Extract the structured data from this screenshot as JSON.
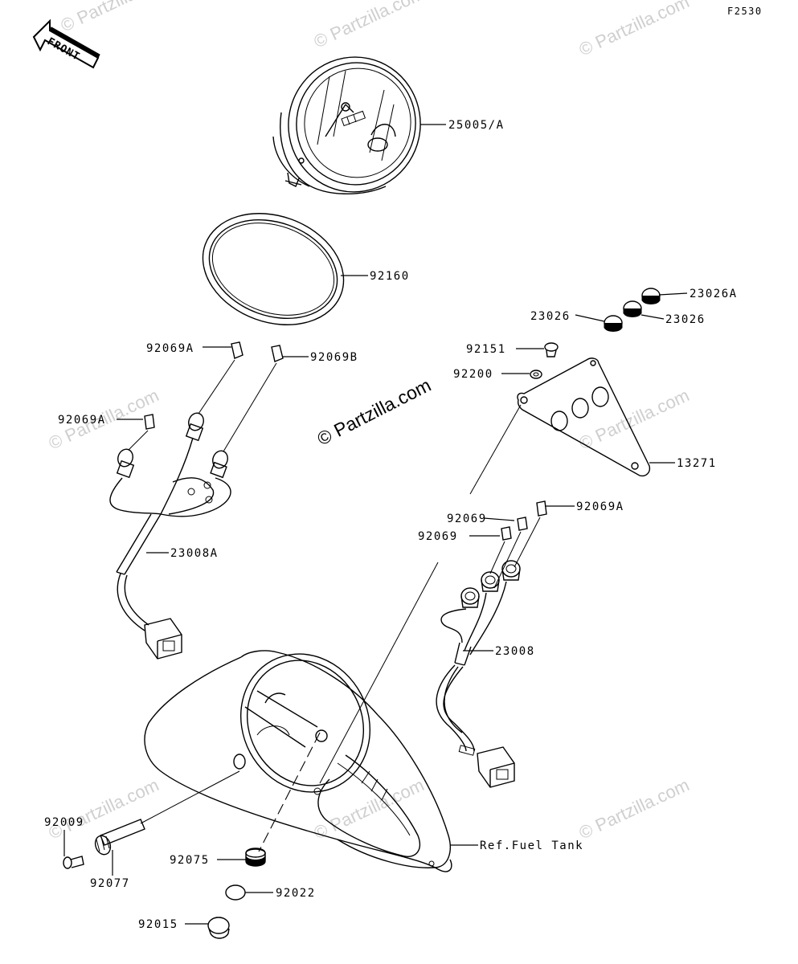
{
  "figure_code": "F2530",
  "front_arrow_label": "FRONT",
  "watermark": "© Partzilla.com",
  "watermark_center": "© Partzilla.com",
  "parts": {
    "p_25005A": "25005/A",
    "p_92160": "92160",
    "p_92069A_top": "92069A",
    "p_92069B": "92069B",
    "p_92069A_left": "92069A",
    "p_23008A": "23008A",
    "p_23026A": "23026A",
    "p_23026_left": "23026",
    "p_23026_right": "23026",
    "p_92151": "92151",
    "p_92200": "92200",
    "p_13271": "13271",
    "p_92069_a": "92069",
    "p_92069A_right": "92069A",
    "p_92069_b": "92069",
    "p_23008": "23008",
    "p_ref_fuel_tank": "Ref.Fuel Tank",
    "p_92009": "92009",
    "p_92077": "92077",
    "p_92075": "92075",
    "p_92022": "92022",
    "p_92015": "92015"
  }
}
